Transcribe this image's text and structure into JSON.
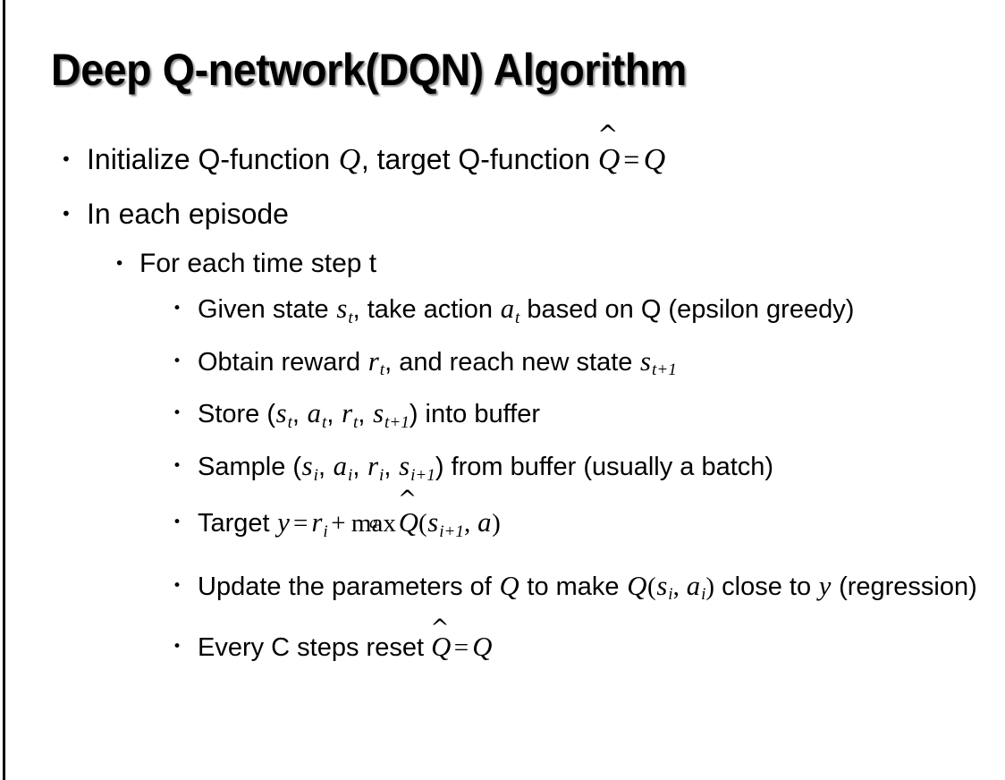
{
  "slide": {
    "title": "Deep Q-network(DQN) Algorithm",
    "background_color": "#ffffff",
    "text_color": "#000000",
    "border_color": "#000000"
  },
  "bullets": {
    "b1": {
      "pre": "Initialize Q-function ",
      "var_q": "Q",
      "mid": ", target Q-function ",
      "hat_letter": "Q",
      "hat_accent": "^",
      "equals": "=",
      "var_q2": "Q"
    },
    "b2": {
      "text": "In each episode"
    },
    "b3": {
      "text": "For each time step t"
    },
    "b4": {
      "pre": "Given state ",
      "var_s": "s",
      "sub_t": "t",
      "mid": ", take action ",
      "var_a": "a",
      "sub_t2": "t",
      "post": " based on Q (epsilon greedy)"
    },
    "b5": {
      "pre": "Obtain reward ",
      "var_r": "r",
      "sub_t": "t",
      "mid": ", and reach new state ",
      "var_s": "s",
      "sub_t1": "t+1"
    },
    "b6": {
      "pre": "Store (",
      "var_s": "s",
      "sub_t": "t",
      "sep1": ", ",
      "var_a": "a",
      "sub_t2": "t",
      "sep2": ", ",
      "var_r": "r",
      "sub_t3": "t",
      "sep3": ", ",
      "var_s2": "s",
      "sub_t4": "t+1",
      "post": ") into buffer"
    },
    "b7": {
      "pre": "Sample (",
      "var_s": "s",
      "sub_i": "i",
      "sep1": ", ",
      "var_a": "a",
      "sub_i2": "i",
      "sep2": ", ",
      "var_r": "r",
      "sub_i3": "i",
      "sep3": ", ",
      "var_s2": "s",
      "sub_i4": "i+1",
      "post": ") from buffer (usually a batch)"
    },
    "b8": {
      "pre": "Target ",
      "var_y": "y",
      "equals": "=",
      "var_r": "r",
      "sub_i": "i",
      "plus": "+",
      "max_label": "max",
      "max_under": "a",
      "hat_letter": "Q",
      "hat_accent": "^",
      "open": "(",
      "var_s": "s",
      "sub_i1": "i+1",
      "comma": ", ",
      "var_a": "a",
      "close": ")"
    },
    "b9": {
      "pre": "Update the parameters of ",
      "var_q": "Q",
      "mid": " to make ",
      "var_q2": "Q",
      "open": "(",
      "var_s": "s",
      "sub_i": "i",
      "comma": ", ",
      "var_a": "a",
      "sub_i2": "i",
      "close": ")",
      "post": " close to ",
      "var_y": "y",
      "tail": " (regression)"
    },
    "b10": {
      "pre": "Every C steps reset ",
      "hat_letter": "Q",
      "hat_accent": "^",
      "equals": "=",
      "var_q": "Q"
    }
  },
  "icons": {
    "bullet_glyph": "•"
  }
}
